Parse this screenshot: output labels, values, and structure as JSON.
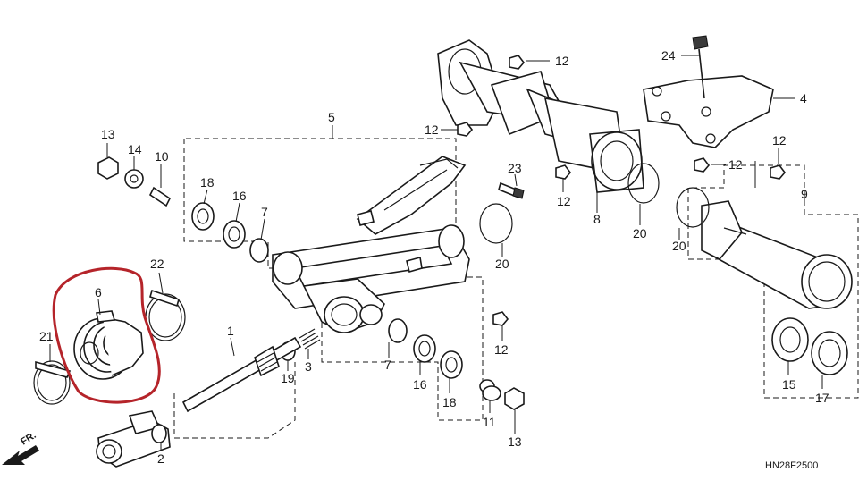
{
  "diagram_code": "HN28F2500",
  "direction_label": "FR.",
  "highlight": {
    "part": "6",
    "color": "#b5242a"
  },
  "callouts": {
    "c1": "1",
    "c2": "2",
    "c3": "3",
    "c4": "4",
    "c5": "5",
    "c6": "6",
    "c7a": "7",
    "c7b": "7",
    "c8": "8",
    "c9": "9",
    "c10": "10",
    "c11": "11",
    "c12a": "12",
    "c12b": "12",
    "c12c": "12",
    "c12d": "12",
    "c12e": "12",
    "c12f": "12",
    "c13a": "13",
    "c13b": "13",
    "c14": "14",
    "c15": "15",
    "c16a": "16",
    "c16b": "16",
    "c17": "17",
    "c18a": "18",
    "c18b": "18",
    "c19": "19",
    "c20a": "20",
    "c20b": "20",
    "c20c": "20",
    "c21": "21",
    "c22": "22",
    "c23": "23",
    "c24": "24"
  }
}
